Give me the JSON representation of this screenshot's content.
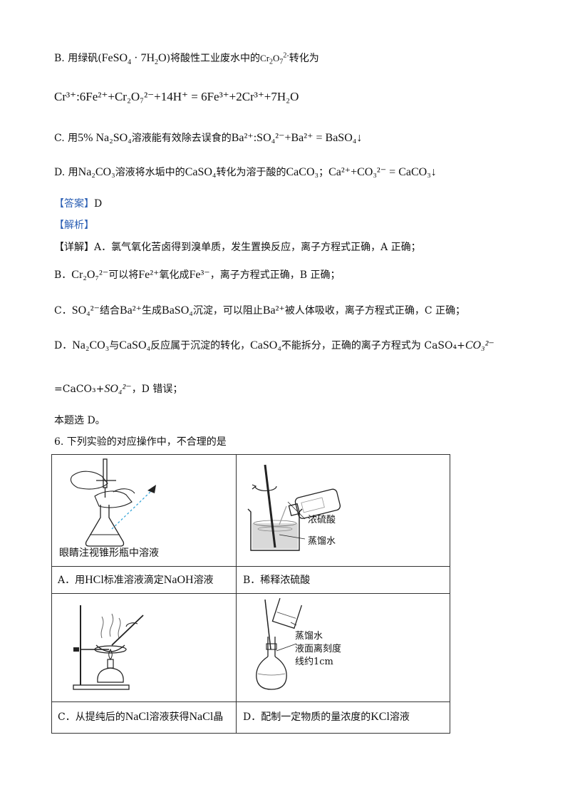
{
  "option_b": {
    "prefix": "B. 用绿矾(",
    "formula_feso4": "FeSO",
    "formula_dot": "4",
    "formula_h2o": " · 7H",
    "formula_h2o_sub": "2",
    "formula_o": "O",
    "mid": ")将酸性工业废水中的",
    "cr2o7": "Cr",
    "cr2o7_sub1": "2",
    "cr2o7_o": "O",
    "cr2o7_sub2": "7",
    "cr2o7_sup": "2-",
    "suffix": "转化为",
    "equation": "Cr³⁺:6Fe²⁺+Cr₂O₇²⁻+14H⁺ = 6Fe³⁺+2Cr³⁺+7H₂O"
  },
  "option_c": {
    "prefix": "C. 用",
    "reagent": "5% Na₂SO₄",
    "mid": "溶液能有效除去误食的",
    "equation": "Ba²⁺:SO₄²⁻+Ba²⁺ = BaSO₄↓"
  },
  "option_d": {
    "prefix": "D. 用",
    "reagent": "Na₂CO₃",
    "mid1": "溶液将水垢中的",
    "caso4": "CaSO₄",
    "mid2": "转化为溶于酸的",
    "caco3": "CaCO₃",
    "sep": "；",
    "equation": "Ca²⁺+CO₃²⁻ = CaCO₃↓"
  },
  "answer": {
    "label": "【答案】",
    "value": "D"
  },
  "analysis": {
    "label": "【解析】"
  },
  "details": {
    "line1": "【详解】A．氯气氧化苦卤得到溴单质，发生置换反应，离子方程式正确，A 正确；",
    "line2_a": "B．",
    "line2_b": "Cr₂O₇²⁻",
    "line2_c": "可以将",
    "line2_d": "Fe²⁺",
    "line2_e": "氧化成",
    "line2_f": "Fe³⁻",
    "line2_g": "，离子方程式正确，B 正确；",
    "line3_a": "C．",
    "line3_b": "SO₄²⁻",
    "line3_c": "结合",
    "line3_d": "Ba²⁺",
    "line3_e": "生成",
    "line3_f": "BaSO₄",
    "line3_g": "沉淀，可以阻止",
    "line3_h": "Ba²⁺",
    "line3_i": "被人体吸收，离子方程式正确，C 正确；",
    "line4_a": "D．",
    "line4_b": "Na₂CO₃",
    "line4_c": "与",
    "line4_d": "CaSO₄",
    "line4_e": "反应属于沉淀的转化，",
    "line4_f": "CaSO₄",
    "line4_g": "不能拆分，正确的离子方程式为 CaSO₄+",
    "line4_h": "CO₃²⁻",
    "line5_a": "=CaCO₃+",
    "line5_b": "SO₄²⁻",
    "line5_c": "，D 错误；",
    "line6": "本题选 D。"
  },
  "question": {
    "text": "6. 下列实验的对应操作中，不合理的是"
  },
  "table": {
    "a_image_caption": "眼睛注视锥形瓶中溶液",
    "a_label_pre": "A．用",
    "a_label_hcl": "HCl",
    "a_label_mid": "标准溶液滴定",
    "a_label_naoh": "NaOH",
    "a_label_post": "溶液",
    "b_lab_acid": "浓硫酸",
    "b_lab_water": "蒸馏水",
    "b_label": "B．稀释浓硫酸",
    "c_label_pre": "C．从提纯后的",
    "c_label_nacl": "NaCl",
    "c_label_mid": "溶液获得",
    "c_label_nacl2": "NaCl",
    "c_label_post": "晶",
    "d_lab1": "蒸馏水",
    "d_lab2": "液面离刻度",
    "d_lab3": "线约1cm",
    "d_label_pre": "D．配制一定物质的量浓度的",
    "d_label_kcl": "KCl",
    "d_label_post": "溶液"
  }
}
